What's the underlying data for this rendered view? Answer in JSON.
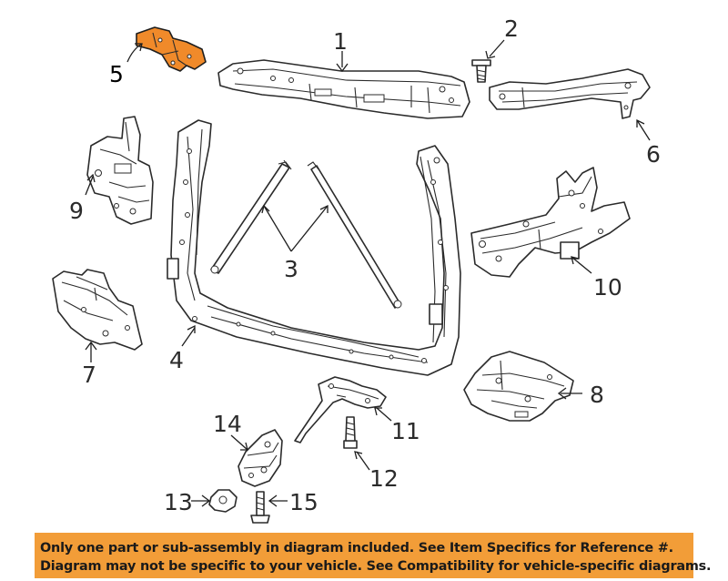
{
  "diagram": {
    "callouts": [
      {
        "id": "1",
        "label": "1"
      },
      {
        "id": "2",
        "label": "2"
      },
      {
        "id": "3",
        "label": "3"
      },
      {
        "id": "4",
        "label": "4"
      },
      {
        "id": "5",
        "label": "5"
      },
      {
        "id": "6",
        "label": "6"
      },
      {
        "id": "7",
        "label": "7"
      },
      {
        "id": "8",
        "label": "8"
      },
      {
        "id": "9",
        "label": "9"
      },
      {
        "id": "10",
        "label": "10"
      },
      {
        "id": "11",
        "label": "11"
      },
      {
        "id": "12",
        "label": "12"
      },
      {
        "id": "13",
        "label": "13"
      },
      {
        "id": "14",
        "label": "14"
      },
      {
        "id": "15",
        "label": "15"
      }
    ],
    "highlighted_part": "5",
    "highlight_color": "#f08a2a"
  },
  "footer": {
    "line1": "Only one part or sub-assembly in diagram included. See Item Specifics for Reference #.",
    "line2": "Diagram may not be specific to your vehicle. See Compatibility for vehicle-specific diagrams.",
    "background_color": "#f29d38"
  }
}
